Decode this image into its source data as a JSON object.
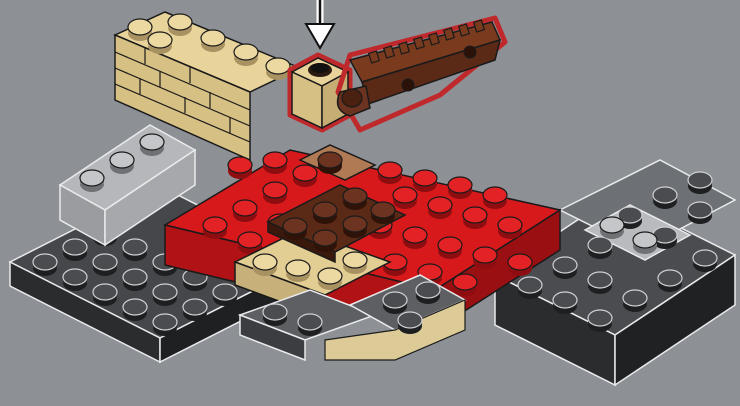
{
  "scene": {
    "background": "#8d9196",
    "kind": "lego-instruction-step",
    "callout": {
      "arrow_icon": "down-arrow-icon",
      "highlight_color": "#c0292b",
      "highlighted_parts": [
        "tan-1x1-brick",
        "brown-hinge-plate"
      ]
    },
    "palette": {
      "tan": "#e2cd92",
      "red": "#d7191c",
      "dark_gray": "#3d3f42",
      "mid_gray": "#6b6e72",
      "light_gray": "#b3b5b8",
      "dark_brown": "#5a2a17",
      "medium_brown": "#7a3a1e",
      "light_brown": "#b07a55"
    }
  }
}
